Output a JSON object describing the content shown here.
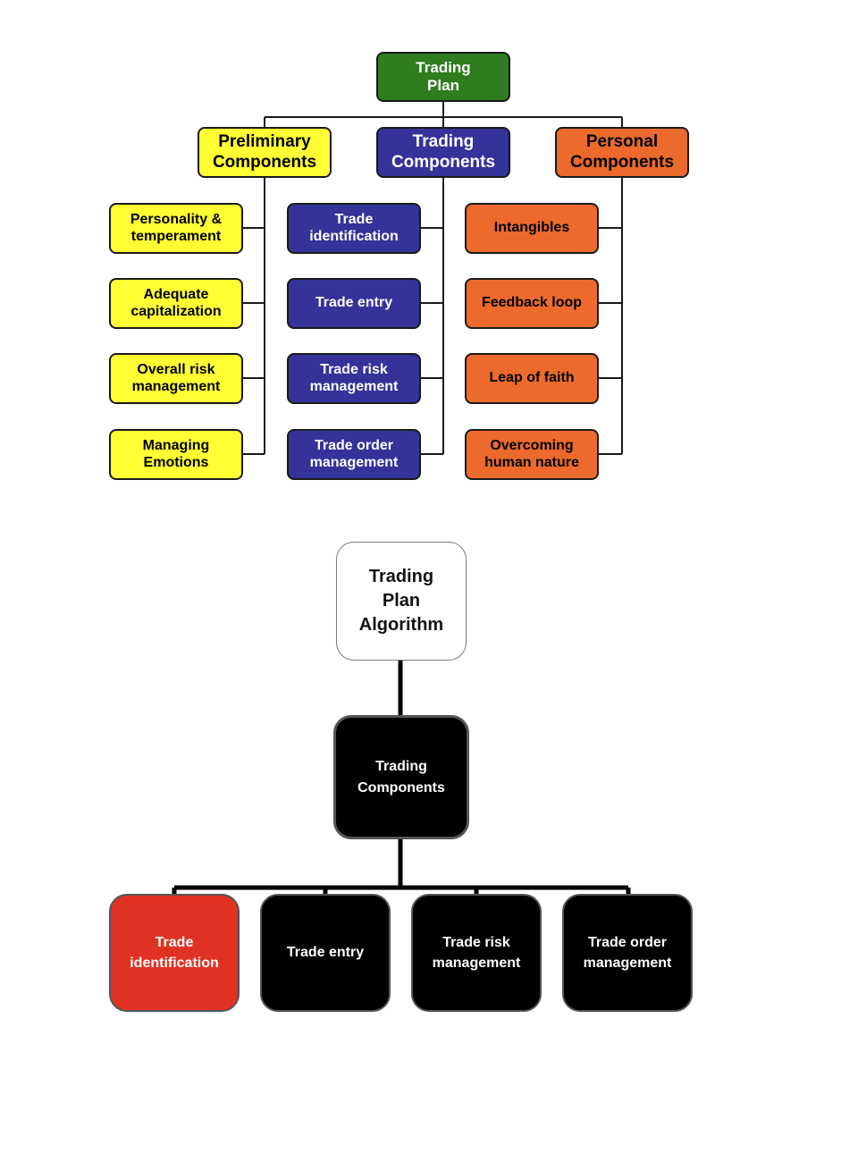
{
  "diagram1": {
    "root": {
      "label": "Trading\nPlan",
      "color": "#2f7d1f",
      "text_color": "#ffffff"
    },
    "groups": [
      {
        "label": "Preliminary\nComponents",
        "color": "#ffff33",
        "text_color": "#000000",
        "items": [
          "Personality &\ntemperament",
          "Adequate\ncapitalization",
          "Overall risk\nmanagement",
          "Managing\nEmotions"
        ]
      },
      {
        "label": "Trading\nComponents",
        "color": "#33339a",
        "text_color": "#ffffff",
        "items": [
          "Trade\nidentification",
          "Trade entry",
          "Trade risk\nmanagement",
          "Trade order\nmanagement"
        ]
      },
      {
        "label": "Personal\nComponents",
        "color": "#ec6a2c",
        "text_color": "#000000",
        "items": [
          "Intangibles",
          "Feedback loop",
          "Leap of faith",
          "Overcoming\nhuman nature"
        ]
      }
    ]
  },
  "diagram2": {
    "root": {
      "label": "Trading\nPlan\nAlgorithm"
    },
    "middle": {
      "label": "Trading\nComponents",
      "color": "#000000"
    },
    "children": [
      {
        "label": "Trade\nidentification",
        "color": "#e03222"
      },
      {
        "label": "Trade entry",
        "color": "#000000"
      },
      {
        "label": "Trade risk\nmanagement",
        "color": "#000000"
      },
      {
        "label": "Trade order\nmanagement",
        "color": "#000000"
      }
    ]
  }
}
